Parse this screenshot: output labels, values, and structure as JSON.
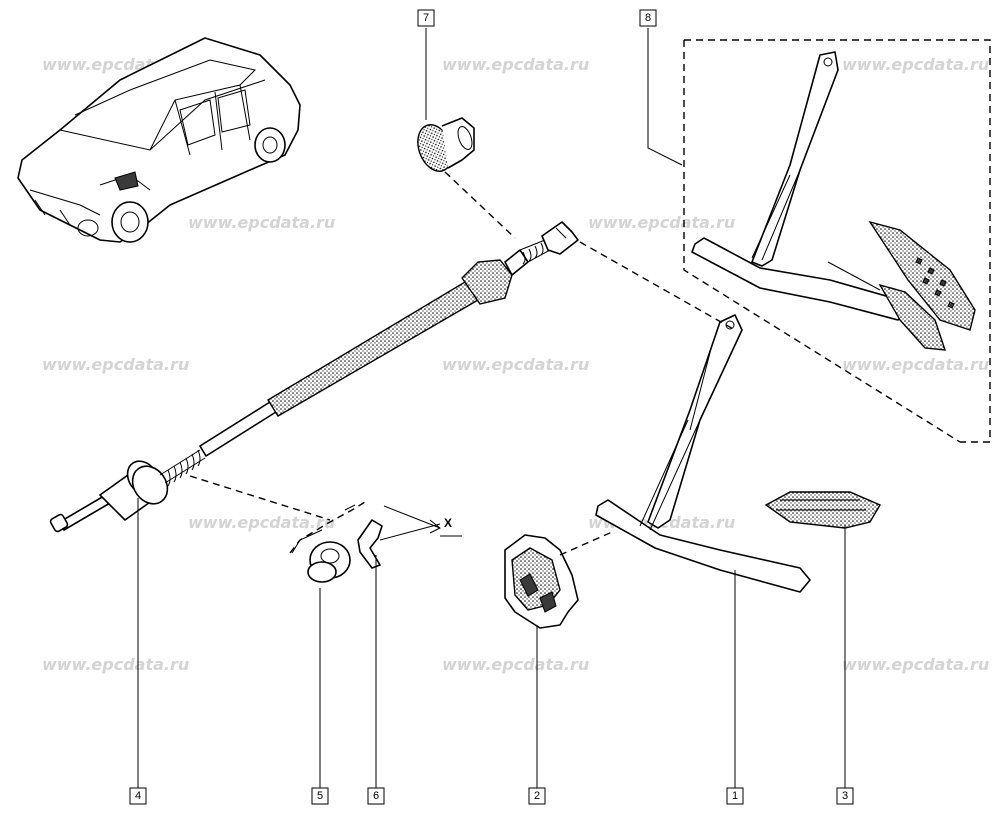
{
  "watermark": "www.epcdata.ru",
  "dimension_label": "X",
  "callouts": [
    {
      "id": "1",
      "label": "1"
    },
    {
      "id": "2",
      "label": "2"
    },
    {
      "id": "3",
      "label": "3"
    },
    {
      "id": "4",
      "label": "4"
    },
    {
      "id": "5",
      "label": "5"
    },
    {
      "id": "6",
      "label": "6"
    },
    {
      "id": "7",
      "label": "7"
    },
    {
      "id": "8",
      "label": "8"
    }
  ]
}
